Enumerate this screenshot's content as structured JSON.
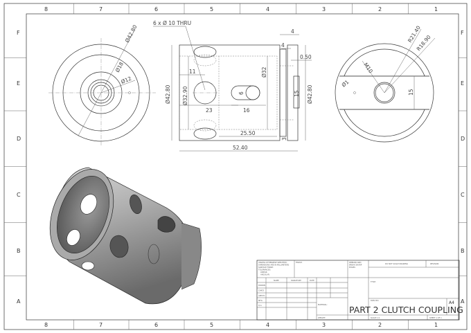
{
  "zones": {
    "columns": [
      "8",
      "7",
      "6",
      "5",
      "4",
      "3",
      "2",
      "1"
    ],
    "rows": [
      "F",
      "E",
      "D",
      "C",
      "B",
      "A"
    ]
  },
  "front_view": {
    "dims": [
      "Ø42.80",
      "Ø18",
      "Ø12"
    ]
  },
  "side_view": {
    "note": "6 x Ø 10 THRU",
    "dims": [
      "Ø42.80",
      "11",
      "Ø32.90",
      "23",
      "6",
      "16",
      "Ø32",
      "25.50",
      "52.40",
      "4",
      "4",
      "0.50",
      "15",
      "Ø42.80",
      "3"
    ]
  },
  "right_view": {
    "dims": [
      "R21.40",
      "R18.90",
      "M10",
      "Ø1",
      "15"
    ]
  },
  "title_block": {
    "tolerance_note": [
      "UNLESS OTHERWISE SPECIFIED:",
      "DIMENSIONS ARE IN MILLIMETERS",
      "SURFACE FINISH:",
      "TOLERANCES:",
      "LINEAR:",
      "ANGULAR:"
    ],
    "finish": "FINISH:",
    "deburr": [
      "DEBURR AND",
      "BREAK SHARP",
      "EDGES"
    ],
    "do_not_scale": "DO NOT SCALE DRAWING",
    "revision": "REVISION",
    "headers": [
      "NAME",
      "SIGNATURE",
      "DATE"
    ],
    "roles": [
      "DRAWN",
      "CHK'D",
      "APPV'D",
      "MFG",
      "Q.A"
    ],
    "title_label": "TITLE:",
    "material": "MATERIAL:",
    "weight": "WEIGHT:",
    "dwg_no": "DWG NO.",
    "drawing_title": "PART 2 CLUTCH COUPLING",
    "scale": "SCALE:1:1",
    "sheet": "SHEET 1 OF 1",
    "size": "A4"
  }
}
